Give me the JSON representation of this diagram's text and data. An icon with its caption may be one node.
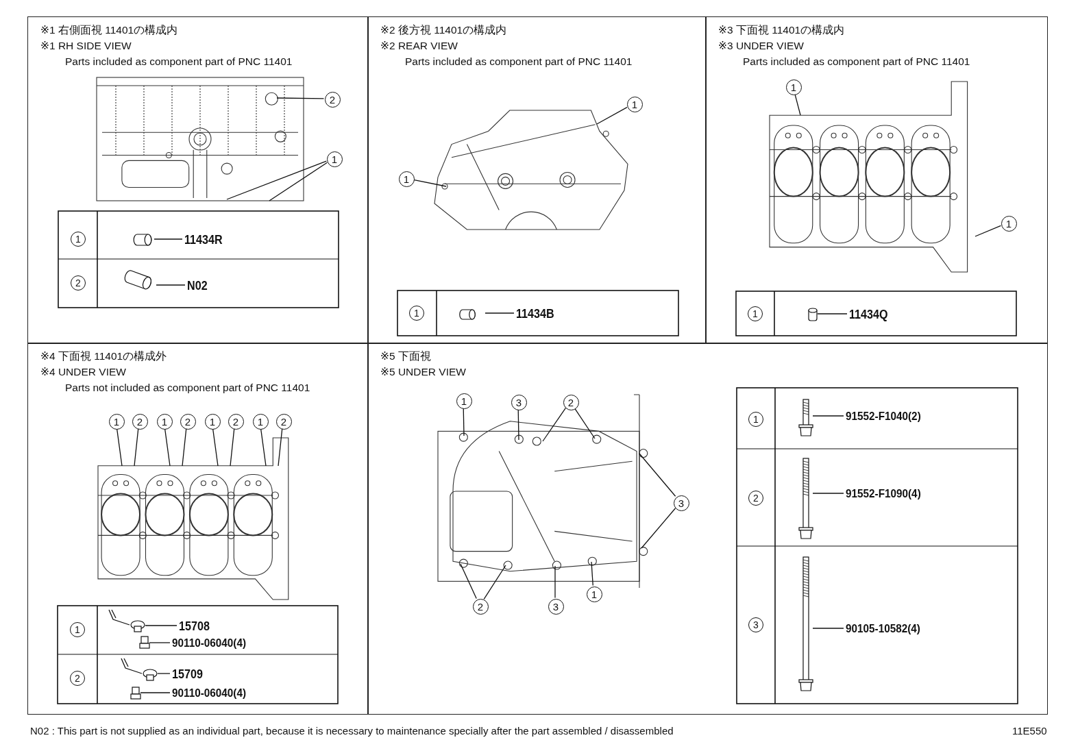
{
  "diagram": {
    "nodes": [
      {
        "text": [
          "※1 右側面視 11401の構成内",
          "※1 RH SIDE VIEW",
          "Parts included as component part of PNC 11401"
        ]
      },
      {
        "text": [
          "※2 後方視 11401の構成内",
          "※2 REAR VIEW",
          "Parts included as component part of PNC 11401"
        ]
      },
      {
        "text": [
          "※3 下面視 11401の構成内",
          "※3 UNDER VIEW",
          "Parts included as component part of PNC 11401"
        ]
      },
      {
        "text": [
          "※4 下面視 11401の構成外",
          "※4 UNDER VIEW",
          "Parts not included as component part of PNC 11401"
        ]
      },
      {
        "text": [
          "※5 下面視",
          "※5 UNDER VIEW"
        ]
      },
      {
        "text": [],
        "shape": "picture",
        "in": 0
      },
      {
        "text": [],
        "shape": "picture",
        "in": 1
      },
      {
        "text": [],
        "shape": "picture",
        "in": 2
      },
      {
        "text": [],
        "shape": "picture",
        "in": 3
      },
      {
        "text": [],
        "shape": "picture",
        "in": 4
      },
      {
        "text": [
          "2"
        ],
        "in": 0
      },
      {
        "text": [
          "1"
        ],
        "in": 0
      },
      {
        "text": [
          "1"
        ],
        "in": 1
      },
      {
        "text": [
          "1"
        ],
        "in": 1
      },
      {
        "text": [
          "1"
        ],
        "in": 2
      },
      {
        "text": [
          "1"
        ],
        "in": 2
      },
      {
        "text": [
          "1"
        ],
        "in": 3
      },
      {
        "text": [
          "2"
        ],
        "in": 3
      },
      {
        "text": [
          "1"
        ],
        "in": 3
      },
      {
        "text": [
          "2"
        ],
        "in": 3
      },
      {
        "text": [
          "1"
        ],
        "in": 3
      },
      {
        "text": [
          "2"
        ],
        "in": 3
      },
      {
        "text": [
          "1"
        ],
        "in": 3
      },
      {
        "text": [
          "2"
        ],
        "in": 3
      },
      {
        "text": [
          "1"
        ],
        "in": 4
      },
      {
        "text": [
          "3"
        ],
        "in": 4
      },
      {
        "text": [
          "2"
        ],
        "in": 4
      },
      {
        "text": [
          "3"
        ],
        "in": 4
      },
      {
        "text": [
          "2"
        ],
        "in": 4
      },
      {
        "text": [
          "3"
        ],
        "in": 4
      },
      {
        "text": [
          "1"
        ],
        "in": 4
      },
      {
        "text": [],
        "shape": "pin",
        "in": 0
      },
      {
        "text": [
          "11434R"
        ],
        "in": 0
      },
      {
        "text": [],
        "shape": "pin",
        "in": 0
      },
      {
        "text": [
          "N02"
        ],
        "in": 0
      },
      {
        "text": [],
        "shape": "pin",
        "in": 1
      },
      {
        "text": [
          "11434B"
        ],
        "in": 1
      },
      {
        "text": [],
        "shape": "pin",
        "in": 2
      },
      {
        "text": [
          "11434Q"
        ],
        "in": 2
      },
      {
        "text": [],
        "shape": "bracket",
        "in": 3
      },
      {
        "text": [
          "15708"
        ],
        "in": 3
      },
      {
        "text": [],
        "shape": "bolt",
        "in": 3
      },
      {
        "text": [
          "90110-06040(4)"
        ],
        "in": 3
      },
      {
        "text": [],
        "shape": "bracket",
        "in": 3
      },
      {
        "text": [
          "15709"
        ],
        "in": 3
      },
      {
        "text": [],
        "shape": "bolt",
        "in": 3
      },
      {
        "text": [
          "90110-06040(4)"
        ],
        "in": 3
      },
      {
        "text": [],
        "shape": "bolt",
        "in": 4
      },
      {
        "text": [
          "91552-F1040(2)"
        ],
        "in": 4
      },
      {
        "text": [],
        "shape": "bolt",
        "in": 4
      },
      {
        "text": [
          "91552-F1090(4)"
        ],
        "in": 4
      },
      {
        "text": [],
        "shape": "bolt",
        "in": 4
      },
      {
        "text": [
          "90105-10582(4)"
        ],
        "in": 4
      }
    ],
    "edges": [
      {
        "from": 10,
        "to": 5,
        "arrow": "none"
      },
      {
        "from": 11,
        "to": 5,
        "arrow": "none"
      },
      {
        "from": 11,
        "to": 5,
        "arrow": "none"
      },
      {
        "from": 12,
        "to": 6,
        "arrow": "none"
      },
      {
        "from": 13,
        "to": 6,
        "arrow": "none"
      },
      {
        "from": 14,
        "to": 7,
        "arrow": "none"
      },
      {
        "from": 15,
        "to": 7,
        "arrow": "none"
      },
      {
        "from": 16,
        "to": 8,
        "arrow": "none"
      },
      {
        "from": 17,
        "to": 8,
        "arrow": "none"
      },
      {
        "from": 18,
        "to": 8,
        "arrow": "none"
      },
      {
        "from": 19,
        "to": 8,
        "arrow": "none"
      },
      {
        "from": 20,
        "to": 8,
        "arrow": "none"
      },
      {
        "from": 21,
        "to": 8,
        "arrow": "none"
      },
      {
        "from": 22,
        "to": 8,
        "arrow": "none"
      },
      {
        "from": 23,
        "to": 8,
        "arrow": "none"
      },
      {
        "from": 24,
        "to": 9,
        "arrow": "none"
      },
      {
        "from": 25,
        "to": 9,
        "arrow": "none"
      },
      {
        "from": 26,
        "to": 9,
        "arrow": "none"
      },
      {
        "from": 26,
        "to": 9,
        "arrow": "none"
      },
      {
        "from": 27,
        "to": 9,
        "arrow": "none"
      },
      {
        "from": 27,
        "to": 9,
        "arrow": "none"
      },
      {
        "from": 28,
        "to": 9,
        "arrow": "none"
      },
      {
        "from": 28,
        "to": 9,
        "arrow": "none"
      },
      {
        "from": 29,
        "to": 9,
        "arrow": "none"
      },
      {
        "from": 30,
        "to": 9,
        "arrow": "none"
      },
      {
        "from": 32,
        "to": 31,
        "arrow": "none"
      },
      {
        "from": 34,
        "to": 33,
        "arrow": "none"
      },
      {
        "from": 36,
        "to": 35,
        "arrow": "none"
      },
      {
        "from": 38,
        "to": 37,
        "arrow": "none"
      },
      {
        "from": 40,
        "to": 39,
        "arrow": "none"
      },
      {
        "from": 42,
        "to": 41,
        "arrow": "none"
      },
      {
        "from": 44,
        "to": 43,
        "arrow": "none"
      },
      {
        "from": 46,
        "to": 45,
        "arrow": "none"
      },
      {
        "from": 48,
        "to": 47,
        "arrow": "none"
      },
      {
        "from": 50,
        "to": 49,
        "arrow": "none"
      },
      {
        "from": 52,
        "to": 51,
        "arrow": "none"
      }
    ],
    "labels": [
      "1",
      "2",
      "1",
      "1",
      "1",
      "2",
      "1",
      "2",
      "3",
      "N02 : This part is not supplied as an individual part, because it is necessary to maintenance specially after the part assembled / disassembled",
      "11E550"
    ]
  }
}
